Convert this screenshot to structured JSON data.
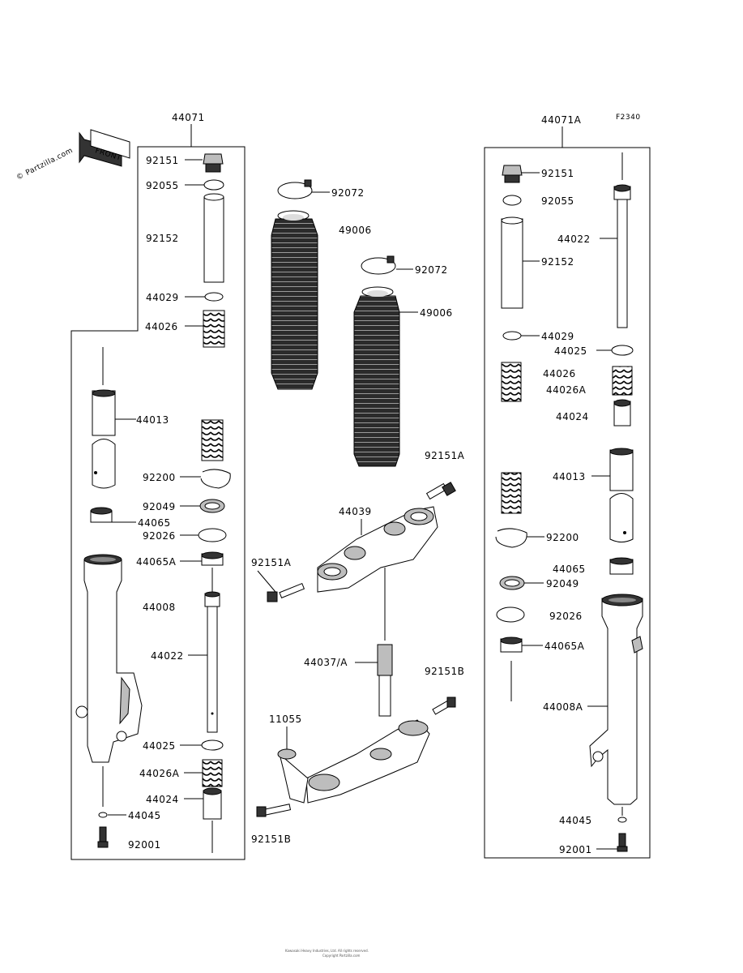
{
  "figure_code": "F2340",
  "watermark": "© Partzilla.com",
  "front_label": "FRONT",
  "footer_line1": "Kawasaki Heavy Industries, Ltd. All rights reserved.",
  "footer_line2": "Copyright Partzilla.com",
  "left_assembly": {
    "title": "44071",
    "labels": {
      "p92151": "92151",
      "p92055": "92055",
      "p92152": "92152",
      "p44029": "44029",
      "p44026": "44026",
      "p44013": "44013",
      "p92200": "92200",
      "p92049": "92049",
      "p44065": "44065",
      "p92026": "92026",
      "p44065A": "44065A",
      "p44008": "44008",
      "p44022": "44022",
      "p44025": "44025",
      "p44026A": "44026A",
      "p44024": "44024",
      "p44045": "44045",
      "p92001": "92001"
    }
  },
  "center": {
    "labels": {
      "p92072a": "92072",
      "p49006a": "49006",
      "p92072b": "92072",
      "p49006b": "49006",
      "p92151A_top": "92151A",
      "p44039": "44039",
      "p92151A_left": "92151A",
      "p44037A": "44037/A",
      "p92151B_right": "92151B",
      "p11055": "11055",
      "p92151B_left": "92151B"
    }
  },
  "right_assembly": {
    "title": "44071A",
    "labels": {
      "p92151": "92151",
      "p92055": "92055",
      "p44022": "44022",
      "p92152": "92152",
      "p44029": "44029",
      "p44025": "44025",
      "p44026": "44026",
      "p44026A": "44026A",
      "p44024": "44024",
      "p44013": "44013",
      "p92200": "92200",
      "p44065": "44065",
      "p92049": "92049",
      "p92026": "92026",
      "p44065A": "44065A",
      "p44008A": "44008A",
      "p44045": "44045",
      "p92001": "92001"
    }
  }
}
